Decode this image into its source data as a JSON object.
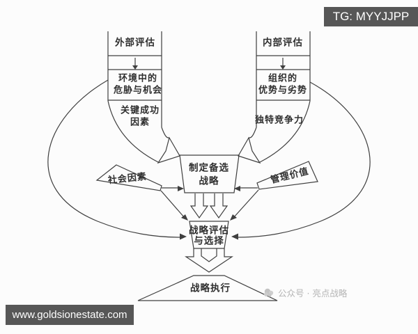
{
  "page": {
    "background": "#fcfcfc",
    "line_color": "#3f3f3f",
    "text_color": "#2f2f2f"
  },
  "badges": {
    "tg_label": "TG: MYYJJPP",
    "url_label": "www.goldsionestate.com",
    "badge_bg": "#575757",
    "badge_fg": "#ffffff"
  },
  "watermark": {
    "wechat_label": "公众号 · 亮点战略",
    "color": "#b5b5b5",
    "icon": "wechat-logo-icon"
  },
  "diagram": {
    "left_channel": {
      "title": "外部评估",
      "box1_line1": "环境中的",
      "box1_line2": "危胁与机会",
      "box2_line1": "关键成功",
      "box2_line2": "因素"
    },
    "right_channel": {
      "title": "内部评估",
      "box1_line1": "组织的",
      "box1_line2": "优势与劣势",
      "box2": "独特竞争力"
    },
    "center_box": {
      "line1": "制定备选",
      "line2": "战略"
    },
    "left_wedge_label": "社会因素",
    "right_wedge_label": "管理价值",
    "eval_box": {
      "line1": "战略评估",
      "line2": "与选择"
    },
    "exec_label": "战略执行"
  }
}
